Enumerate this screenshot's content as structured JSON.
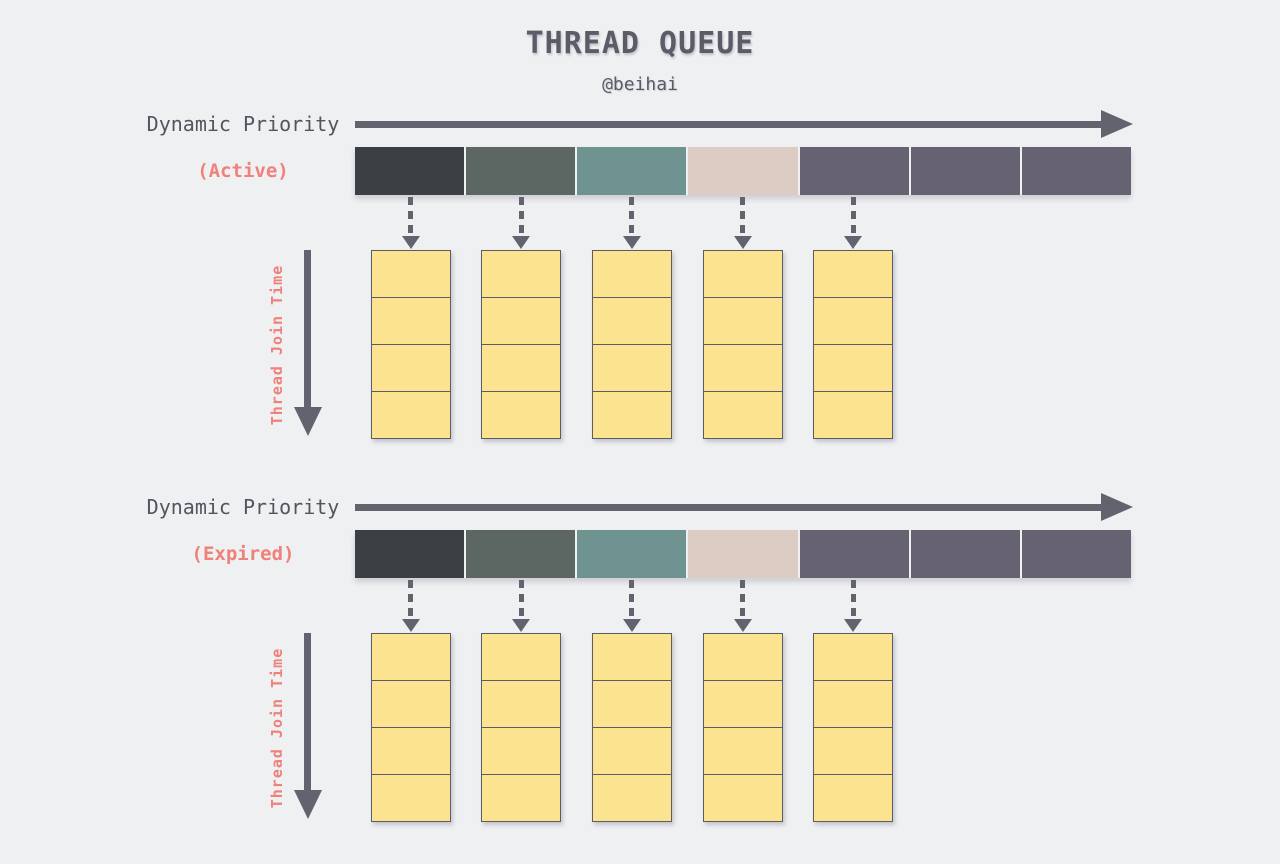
{
  "title": "THREAD QUEUE",
  "subtitle": "@beihai",
  "colors": {
    "background": "#eff0f2",
    "text_primary": "#54545f",
    "accent_salmon": "#f0807a",
    "arrow": "#63626f",
    "cell_fill": "#fce38f",
    "cell_border": "#5c5c68",
    "segments": [
      "#3a4044",
      "#5c6663",
      "#6f9390",
      "#ddccc3",
      "#666272",
      "#666272",
      "#666272"
    ]
  },
  "layout_numbers": {
    "segment_count": 7,
    "queue_count": 5,
    "cells_per_queue": 4
  },
  "sections": [
    {
      "priority_label": "Dynamic Priority",
      "state_label": "(Active)",
      "time_label": "Thread Join Time"
    },
    {
      "priority_label": "Dynamic Priority",
      "state_label": "(Expired)",
      "time_label": "Thread Join Time"
    }
  ]
}
